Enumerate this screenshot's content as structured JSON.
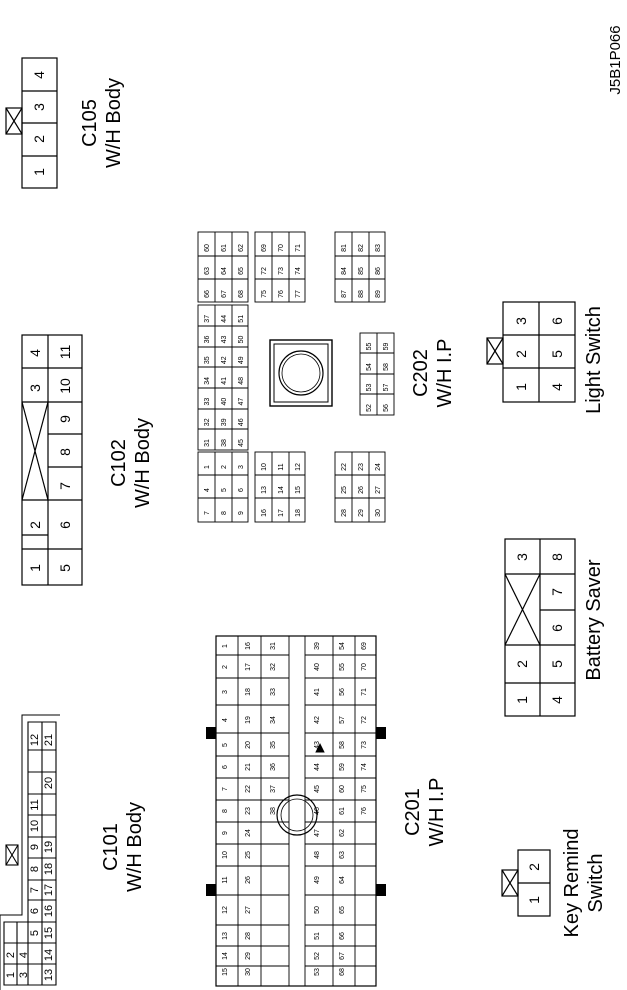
{
  "figure_code": "J5B1P066",
  "connectors": {
    "c105": {
      "code": "C105",
      "location": "W/H Body",
      "pins": [
        "1",
        "2",
        "3",
        "4"
      ]
    },
    "c102": {
      "code": "C102",
      "location": "W/H Body",
      "pins": [
        "1",
        "2",
        "3",
        "4",
        "5",
        "6",
        "7",
        "8",
        "9",
        "10",
        "11"
      ]
    },
    "c101": {
      "code": "C101",
      "location": "W/H Body",
      "pins": [
        "1",
        "2",
        "3",
        "4",
        "5",
        "6",
        "7",
        "8",
        "9",
        "10",
        "11",
        "12",
        "13",
        "14",
        "15",
        "16",
        "17",
        "18",
        "19",
        "20",
        "21"
      ]
    },
    "c202": {
      "code": "C202",
      "location": "W/H I.P"
    },
    "c201": {
      "code": "C201",
      "location": "W/H I.P"
    },
    "light_switch": {
      "name": "Light Switch",
      "pins": [
        "1",
        "2",
        "3",
        "4",
        "5",
        "6"
      ]
    },
    "battery_saver": {
      "name": "Battery Saver",
      "pins": [
        "1",
        "2",
        "3",
        "4",
        "5",
        "6",
        "7",
        "8"
      ]
    },
    "key_remind": {
      "name_line1": "Key Remind",
      "name_line2": "Switch",
      "pins": [
        "1",
        "2"
      ]
    }
  }
}
